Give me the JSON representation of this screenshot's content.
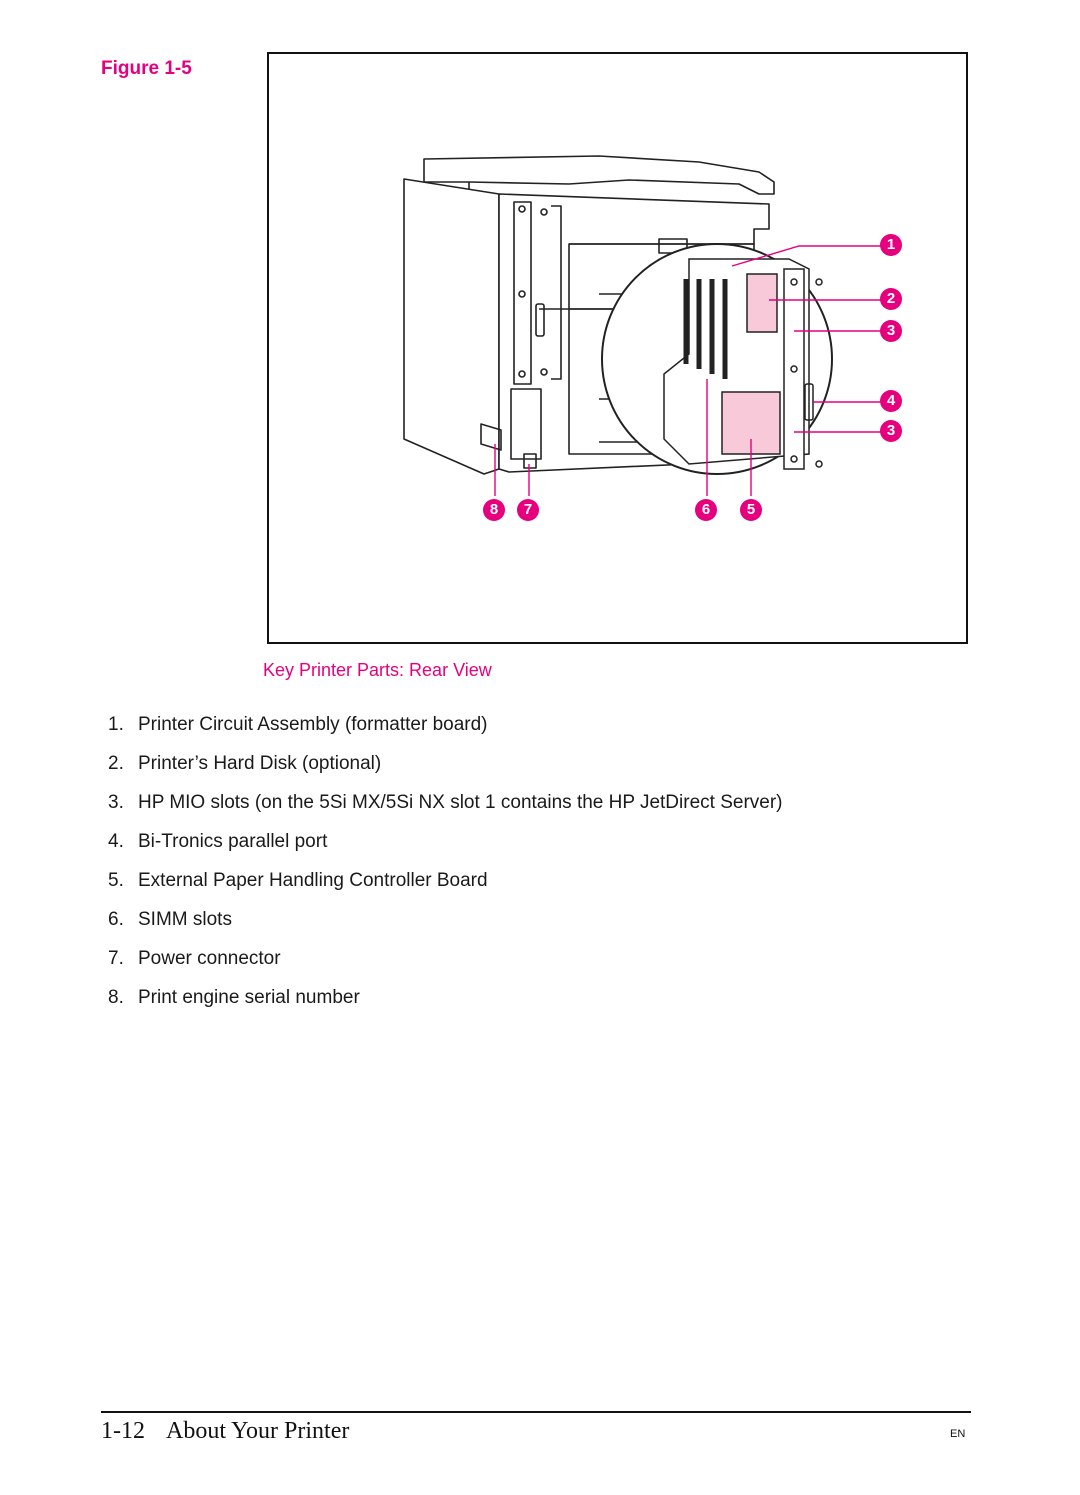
{
  "figure": {
    "label": "Figure 1-5",
    "caption": "Key Printer Parts:  Rear View",
    "callouts": [
      "1",
      "2",
      "3",
      "4",
      "3",
      "8",
      "7",
      "6",
      "5"
    ]
  },
  "parts": [
    {
      "num": "1.",
      "text": "Printer Circuit Assembly (formatter board)"
    },
    {
      "num": "2.",
      "text": "Printer’s Hard Disk (optional)"
    },
    {
      "num": "3.",
      "text": "HP MIO slots (on the 5Si MX/5Si NX slot 1 contains the HP JetDirect Server)"
    },
    {
      "num": "4.",
      "text": "Bi-Tronics parallel port"
    },
    {
      "num": "5.",
      "text": "External Paper Handling Controller Board"
    },
    {
      "num": "6.",
      "text": "SIMM slots"
    },
    {
      "num": "7.",
      "text": "Power connector"
    },
    {
      "num": "8.",
      "text": "Print engine serial number"
    }
  ],
  "footer": {
    "page": "1-12",
    "section": "About Your Printer",
    "lang": "EN"
  },
  "colors": {
    "accent": "#e6007e",
    "highlight": "#f8c9d8"
  }
}
